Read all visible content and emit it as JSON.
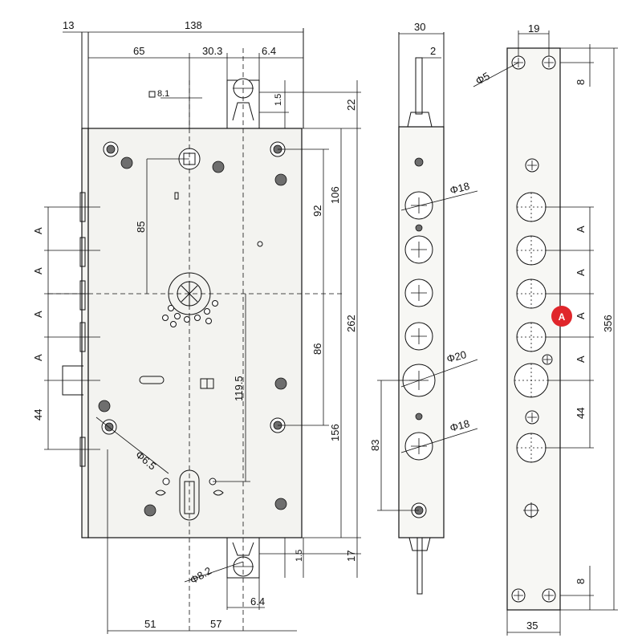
{
  "labels": {
    "d13": "13",
    "d138": "138",
    "d65": "65",
    "d30_3": "30.3",
    "d6_4_top": "6.4",
    "sq8_1": "8.1",
    "d1_5_top": "1.5",
    "d22": "22",
    "d85": "85",
    "d92": "92",
    "d106": "106",
    "d262": "262",
    "d86": "86",
    "d119_5": "119.5",
    "d156": "156",
    "d1_5_bot": "1.5",
    "d17": "17",
    "dA1": "A",
    "dA2": "A",
    "dA3": "A",
    "dA4": "A",
    "d44_left": "44",
    "phi6_5": "Φ6.5",
    "phi8_2": "Φ8.2",
    "d6_4_bot": "6.4",
    "d51": "51",
    "d57": "57",
    "d30": "30",
    "d2": "2",
    "phi18_a": "Φ18",
    "phi20": "Φ20",
    "phi18_b": "Φ18",
    "d83": "83",
    "d19": "19",
    "phi5": "Φ5",
    "d8_top": "8",
    "dA_r1": "A",
    "dA_r2": "A",
    "dA_r3": "A",
    "dA_r4": "A",
    "d44_right": "44",
    "d356": "356",
    "d8_bot": "8",
    "d35": "35",
    "badge": "A"
  },
  "colors": {
    "badge": "#e0262b",
    "screw": "#6e6e6e"
  }
}
